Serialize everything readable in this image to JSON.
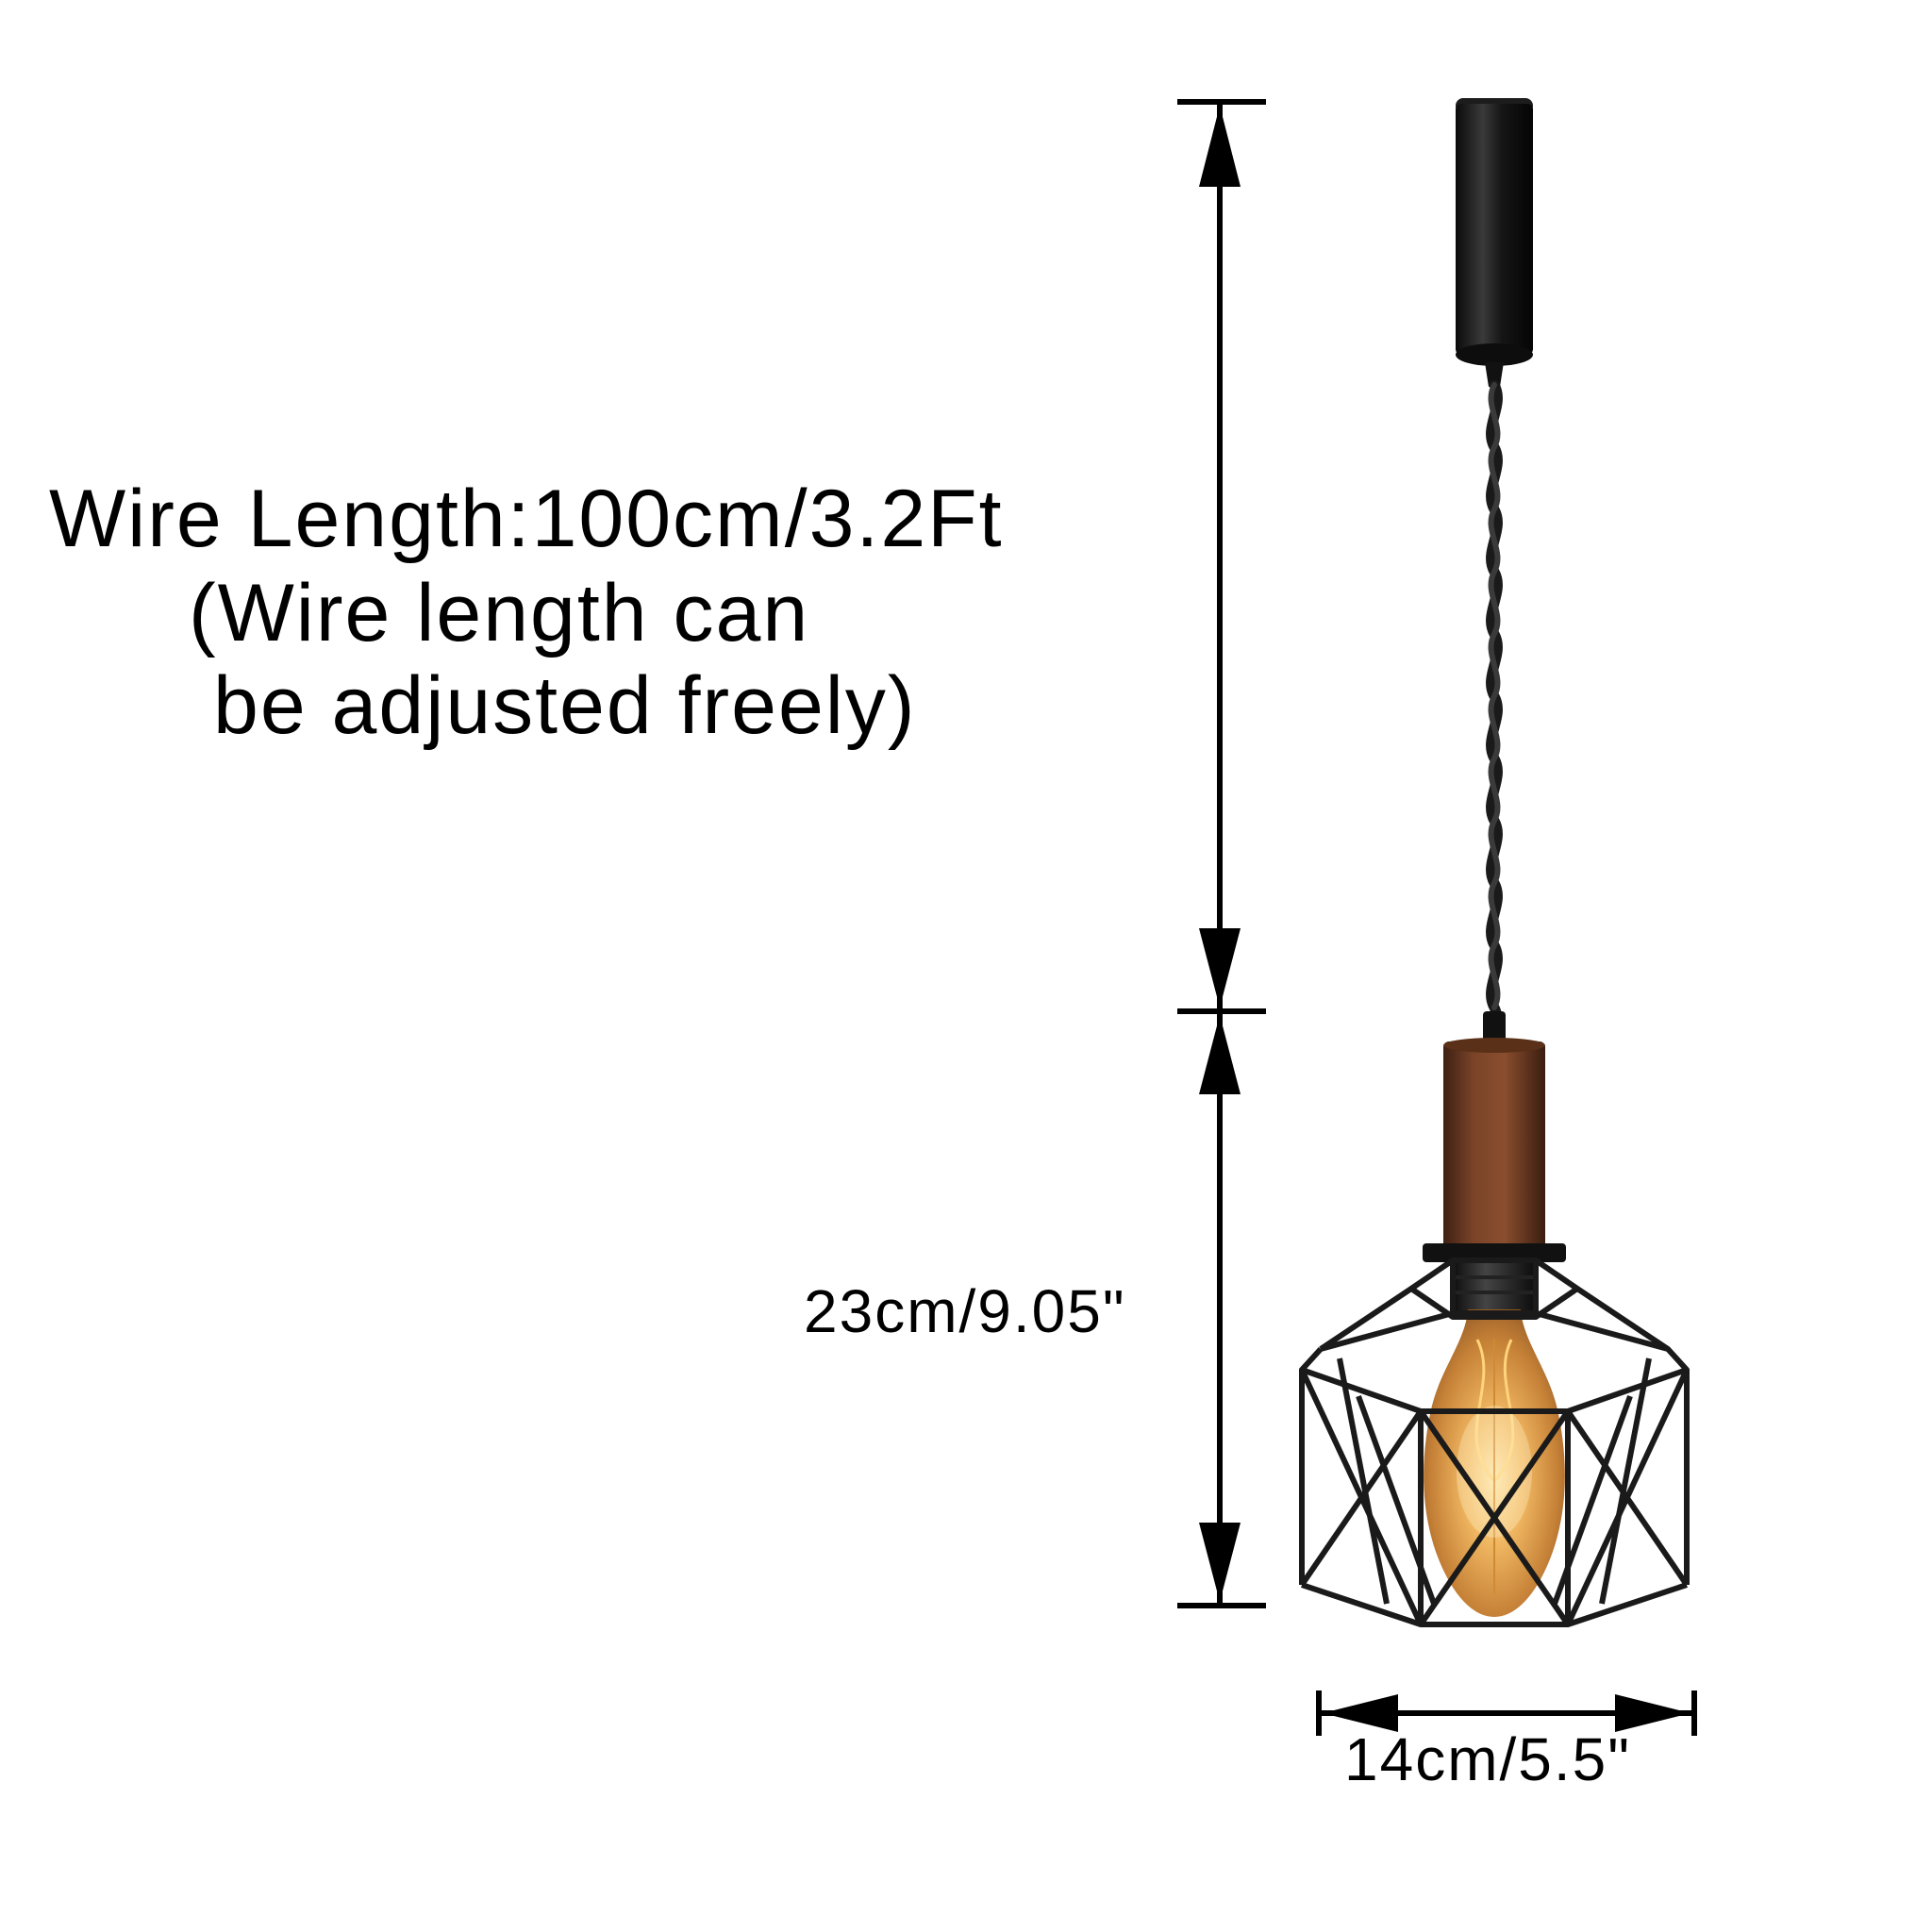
{
  "annotations": {
    "wire_length_line1": "Wire Length:100cm/3.2Ft",
    "wire_length_line2": "(Wire length can",
    "wire_length_line3": "be adjusted freely)",
    "lamp_height": "23cm/9.05\"",
    "shade_width": "14cm/5.5\""
  },
  "colors": {
    "text": "#000000",
    "canopy": "#111111",
    "cord": "#1a1a1a",
    "wood": "#6b3a22",
    "bulb_glass": "#e0a24a",
    "filament": "#ffcc66",
    "cage": "#1a1a1a"
  },
  "icons": {
    "canopy": "ceiling-canopy-icon",
    "socket": "wooden-socket-icon",
    "bulb": "edison-bulb-icon",
    "cage": "hexagon-cage-icon"
  }
}
